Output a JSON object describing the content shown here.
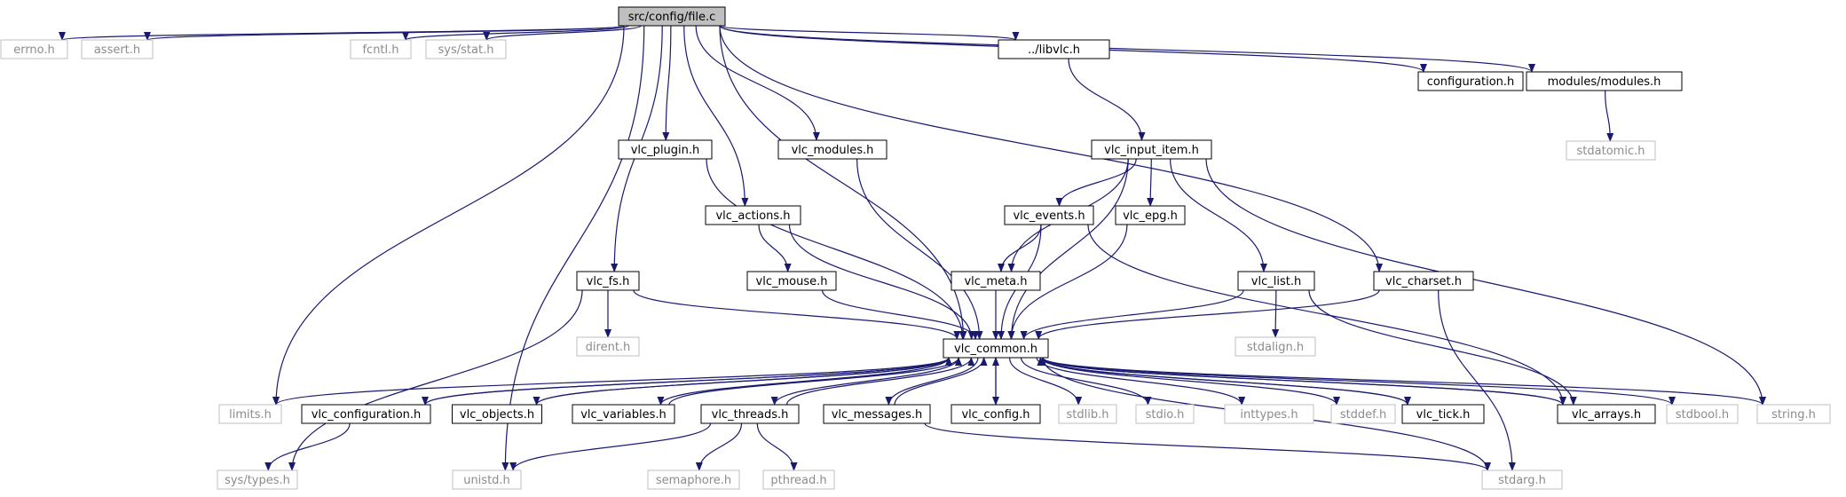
{
  "graph": {
    "nodes": [
      {
        "id": "file_c",
        "label": "src/config/file.c",
        "style": "root"
      },
      {
        "id": "errno",
        "label": "errno.h",
        "style": "ext"
      },
      {
        "id": "assert",
        "label": "assert.h",
        "style": "ext"
      },
      {
        "id": "fcntl",
        "label": "fcntl.h",
        "style": "ext"
      },
      {
        "id": "sysstat",
        "label": "sys/stat.h",
        "style": "ext"
      },
      {
        "id": "libvlc",
        "label": "../libvlc.h",
        "style": "int"
      },
      {
        "id": "configuration",
        "label": "configuration.h",
        "style": "int"
      },
      {
        "id": "modules",
        "label": "modules/modules.h",
        "style": "int"
      },
      {
        "id": "stdatomic",
        "label": "stdatomic.h",
        "style": "ext"
      },
      {
        "id": "vlc_plugin",
        "label": "vlc_plugin.h",
        "style": "int"
      },
      {
        "id": "vlc_modules",
        "label": "vlc_modules.h",
        "style": "int"
      },
      {
        "id": "vlc_input_item",
        "label": "vlc_input_item.h",
        "style": "int"
      },
      {
        "id": "vlc_actions",
        "label": "vlc_actions.h",
        "style": "int"
      },
      {
        "id": "vlc_events",
        "label": "vlc_events.h",
        "style": "int"
      },
      {
        "id": "vlc_epg",
        "label": "vlc_epg.h",
        "style": "int"
      },
      {
        "id": "vlc_fs",
        "label": "vlc_fs.h",
        "style": "int"
      },
      {
        "id": "vlc_mouse",
        "label": "vlc_mouse.h",
        "style": "int"
      },
      {
        "id": "vlc_meta",
        "label": "vlc_meta.h",
        "style": "int"
      },
      {
        "id": "vlc_list",
        "label": "vlc_list.h",
        "style": "int"
      },
      {
        "id": "vlc_charset",
        "label": "vlc_charset.h",
        "style": "int"
      },
      {
        "id": "dirent",
        "label": "dirent.h",
        "style": "ext"
      },
      {
        "id": "vlc_common",
        "label": "vlc_common.h",
        "style": "int"
      },
      {
        "id": "stdalign",
        "label": "stdalign.h",
        "style": "ext"
      },
      {
        "id": "limits",
        "label": "limits.h",
        "style": "ext"
      },
      {
        "id": "vlc_configuration",
        "label": "vlc_configuration.h",
        "style": "int"
      },
      {
        "id": "vlc_objects",
        "label": "vlc_objects.h",
        "style": "int"
      },
      {
        "id": "vlc_variables",
        "label": "vlc_variables.h",
        "style": "int"
      },
      {
        "id": "vlc_threads",
        "label": "vlc_threads.h",
        "style": "int"
      },
      {
        "id": "vlc_messages",
        "label": "vlc_messages.h",
        "style": "int"
      },
      {
        "id": "vlc_config",
        "label": "vlc_config.h",
        "style": "int"
      },
      {
        "id": "stdlib",
        "label": "stdlib.h",
        "style": "ext"
      },
      {
        "id": "stdio",
        "label": "stdio.h",
        "style": "ext"
      },
      {
        "id": "inttypes",
        "label": "inttypes.h",
        "style": "ext"
      },
      {
        "id": "stddef",
        "label": "stddef.h",
        "style": "ext"
      },
      {
        "id": "vlc_tick",
        "label": "vlc_tick.h",
        "style": "int"
      },
      {
        "id": "vlc_arrays",
        "label": "vlc_arrays.h",
        "style": "int"
      },
      {
        "id": "stdbool",
        "label": "stdbool.h",
        "style": "ext"
      },
      {
        "id": "string",
        "label": "string.h",
        "style": "ext"
      },
      {
        "id": "systypes",
        "label": "sys/types.h",
        "style": "ext"
      },
      {
        "id": "unistd",
        "label": "unistd.h",
        "style": "ext"
      },
      {
        "id": "semaphore",
        "label": "semaphore.h",
        "style": "ext"
      },
      {
        "id": "pthread",
        "label": "pthread.h",
        "style": "ext"
      },
      {
        "id": "stdarg",
        "label": "stdarg.h",
        "style": "ext"
      }
    ],
    "edges": [
      [
        "file_c",
        "errno"
      ],
      [
        "file_c",
        "assert"
      ],
      [
        "file_c",
        "fcntl"
      ],
      [
        "file_c",
        "sysstat"
      ],
      [
        "file_c",
        "unistd"
      ],
      [
        "file_c",
        "limits"
      ],
      [
        "file_c",
        "vlc_fs"
      ],
      [
        "file_c",
        "vlc_plugin"
      ],
      [
        "file_c",
        "vlc_actions"
      ],
      [
        "file_c",
        "vlc_modules"
      ],
      [
        "file_c",
        "vlc_common"
      ],
      [
        "file_c",
        "libvlc"
      ],
      [
        "file_c",
        "vlc_charset"
      ],
      [
        "file_c",
        "configuration"
      ],
      [
        "file_c",
        "modules"
      ],
      [
        "modules",
        "stdatomic"
      ],
      [
        "libvlc",
        "vlc_input_item"
      ],
      [
        "vlc_input_item",
        "vlc_meta"
      ],
      [
        "vlc_input_item",
        "vlc_events"
      ],
      [
        "vlc_input_item",
        "vlc_epg"
      ],
      [
        "vlc_input_item",
        "vlc_list"
      ],
      [
        "vlc_input_item",
        "vlc_common"
      ],
      [
        "vlc_input_item",
        "string"
      ],
      [
        "vlc_plugin",
        "vlc_common"
      ],
      [
        "vlc_modules",
        "vlc_common"
      ],
      [
        "vlc_actions",
        "vlc_mouse"
      ],
      [
        "vlc_actions",
        "vlc_common"
      ],
      [
        "vlc_mouse",
        "vlc_common"
      ],
      [
        "vlc_events",
        "vlc_meta"
      ],
      [
        "vlc_events",
        "vlc_common"
      ],
      [
        "vlc_events",
        "vlc_arrays"
      ],
      [
        "vlc_epg",
        "vlc_common"
      ],
      [
        "vlc_meta",
        "vlc_common"
      ],
      [
        "vlc_list",
        "vlc_common"
      ],
      [
        "vlc_list",
        "stdalign"
      ],
      [
        "vlc_list",
        "vlc_arrays"
      ],
      [
        "vlc_charset",
        "vlc_common"
      ],
      [
        "vlc_charset",
        "stdarg"
      ],
      [
        "vlc_fs",
        "dirent"
      ],
      [
        "vlc_fs",
        "systypes"
      ],
      [
        "vlc_fs",
        "vlc_common"
      ],
      [
        "vlc_common",
        "limits"
      ],
      [
        "vlc_common",
        "vlc_configuration"
      ],
      [
        "vlc_common",
        "vlc_objects"
      ],
      [
        "vlc_common",
        "vlc_variables"
      ],
      [
        "vlc_common",
        "vlc_threads"
      ],
      [
        "vlc_common",
        "vlc_messages"
      ],
      [
        "vlc_common",
        "vlc_config"
      ],
      [
        "vlc_common",
        "stdlib"
      ],
      [
        "vlc_common",
        "stdio"
      ],
      [
        "vlc_common",
        "inttypes"
      ],
      [
        "vlc_common",
        "stddef"
      ],
      [
        "vlc_common",
        "vlc_tick"
      ],
      [
        "vlc_common",
        "vlc_arrays"
      ],
      [
        "vlc_common",
        "stdbool"
      ],
      [
        "vlc_common",
        "string"
      ],
      [
        "vlc_common",
        "stdarg"
      ],
      [
        "vlc_configuration",
        "vlc_common"
      ],
      [
        "vlc_configuration",
        "systypes"
      ],
      [
        "vlc_objects",
        "vlc_common"
      ],
      [
        "vlc_variables",
        "vlc_common"
      ],
      [
        "vlc_threads",
        "vlc_common"
      ],
      [
        "vlc_threads",
        "unistd"
      ],
      [
        "vlc_threads",
        "semaphore"
      ],
      [
        "vlc_threads",
        "pthread"
      ],
      [
        "vlc_messages",
        "vlc_common"
      ],
      [
        "vlc_messages",
        "stdarg"
      ],
      [
        "vlc_config",
        "vlc_common"
      ],
      [
        "vlc_tick",
        "vlc_common"
      ],
      [
        "vlc_arrays",
        "vlc_common"
      ]
    ]
  },
  "colors": {
    "edge": "#191970",
    "int_border": "#000000",
    "ext_border": "#bfbfbf",
    "root_fill": "#bfbfbf",
    "ext_text": "#8c8c8c",
    "int_text": "#000000"
  }
}
